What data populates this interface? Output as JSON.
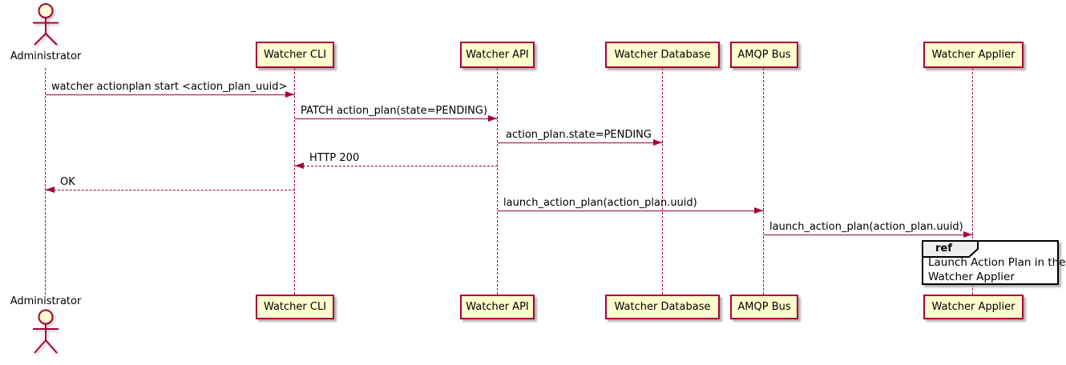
{
  "diagram": {
    "type": "sequence",
    "colors": {
      "accent": "#A80036",
      "participant_fill": "#FEFECE",
      "participant_border": "#A80036",
      "lifeline": "#A80036",
      "text": "#000000",
      "ref_border": "#000000",
      "ref_fill": "#FFFFFF",
      "ref_tag_fill": "#EEEEEE"
    },
    "actor": {
      "name": "Administrator"
    },
    "participants": [
      {
        "label": "Watcher CLI"
      },
      {
        "label": "Watcher API"
      },
      {
        "label": "Watcher Database"
      },
      {
        "label": "AMQP Bus"
      },
      {
        "label": "Watcher Applier"
      }
    ],
    "messages": [
      {
        "from": "Administrator",
        "to": "Watcher CLI",
        "label": "watcher actionplan start <action_plan_uuid>",
        "line": "solid",
        "direction": "right"
      },
      {
        "from": "Watcher CLI",
        "to": "Watcher API",
        "label": "PATCH action_plan(state=PENDING)",
        "line": "solid",
        "direction": "right"
      },
      {
        "from": "Watcher API",
        "to": "Watcher Database",
        "label": "action_plan.state=PENDING",
        "line": "solid",
        "direction": "right"
      },
      {
        "from": "Watcher API",
        "to": "Watcher CLI",
        "label": "HTTP 200",
        "line": "dashed",
        "direction": "left"
      },
      {
        "from": "Watcher CLI",
        "to": "Administrator",
        "label": "OK",
        "line": "dashed",
        "direction": "left"
      },
      {
        "from": "Watcher API",
        "to": "AMQP Bus",
        "label": "launch_action_plan(action_plan.uuid)",
        "line": "solid",
        "direction": "right"
      },
      {
        "from": "AMQP Bus",
        "to": "Watcher Applier",
        "label": "launch_action_plan(action_plan.uuid)",
        "line": "solid",
        "direction": "right"
      }
    ],
    "ref": {
      "tag": "ref",
      "lines": [
        "Launch Action Plan in the",
        "Watcher Applier"
      ]
    }
  }
}
